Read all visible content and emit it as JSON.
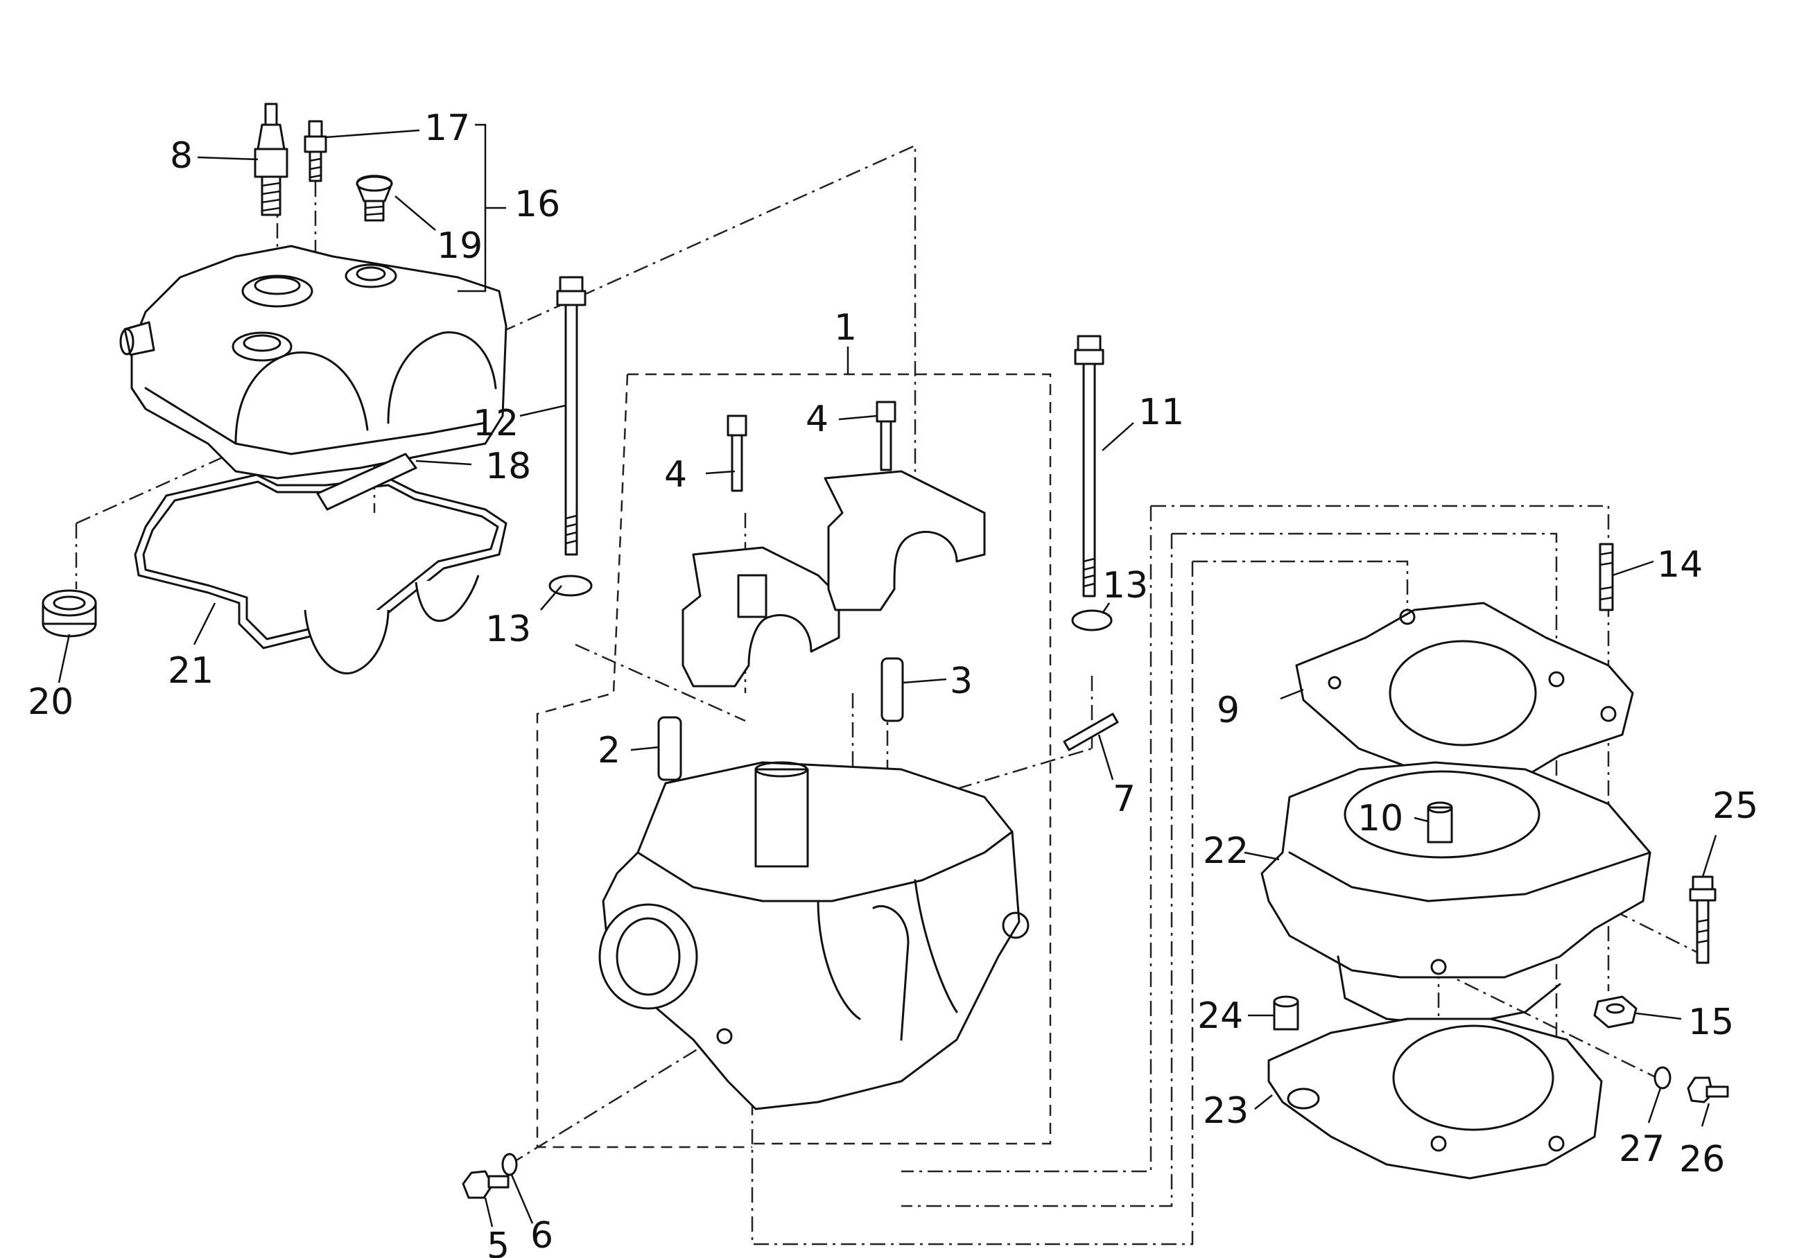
{
  "diagram": {
    "callouts": {
      "c1": "1",
      "c2": "2",
      "c3": "3",
      "c4a": "4",
      "c4b": "4",
      "c5": "5",
      "c6": "6",
      "c7": "7",
      "c8": "8",
      "c9": "9",
      "c10": "10",
      "c11": "11",
      "c12": "12",
      "c13a": "13",
      "c13b": "13",
      "c14": "14",
      "c15": "15",
      "c16": "16",
      "c17": "17",
      "c18": "18",
      "c19": "19",
      "c20": "20",
      "c21": "21",
      "c22": "22",
      "c23": "23",
      "c24": "24",
      "c25": "25",
      "c26": "26",
      "c27": "27"
    }
  }
}
